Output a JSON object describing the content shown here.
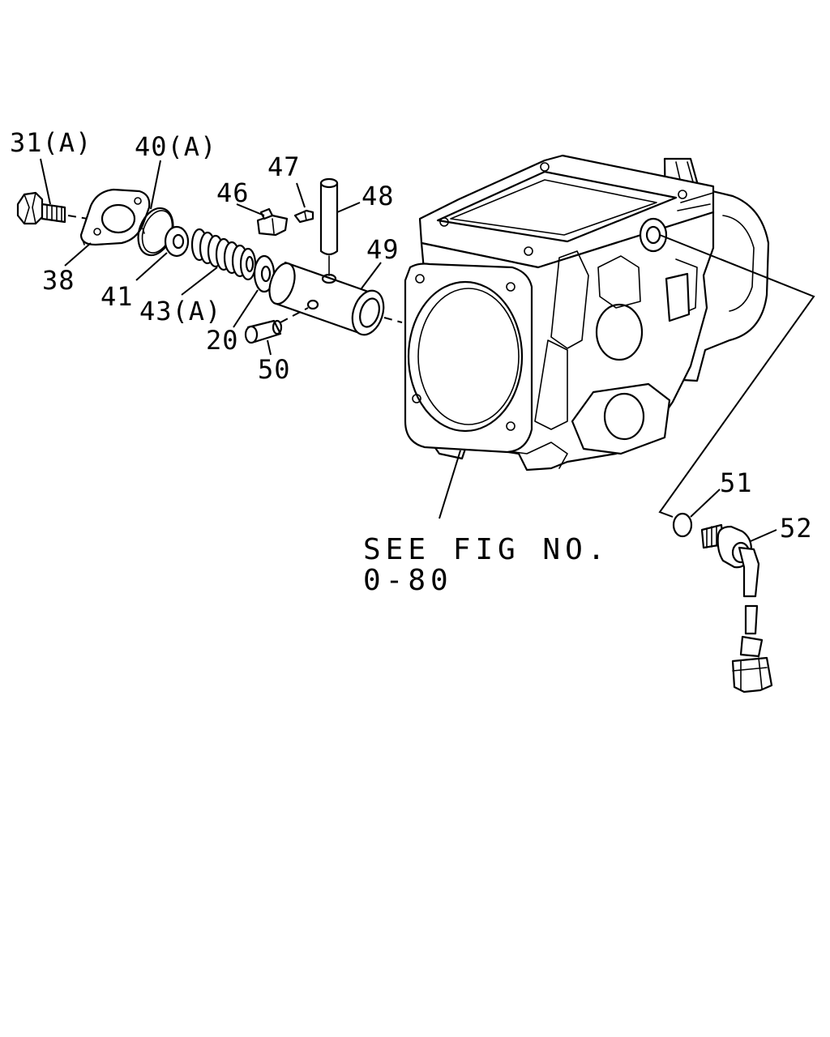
{
  "callouts": {
    "p31": "31(A)",
    "p40": "40(A)",
    "p47": "47",
    "p46": "46",
    "p48": "48",
    "p49": "49",
    "p38": "38",
    "p41": "41",
    "p43": "43(A)",
    "p20": "20",
    "p50": "50",
    "p51": "51",
    "p52": "52"
  },
  "reference": {
    "line1": "SEE FIG NO.",
    "line2": "0-80"
  }
}
